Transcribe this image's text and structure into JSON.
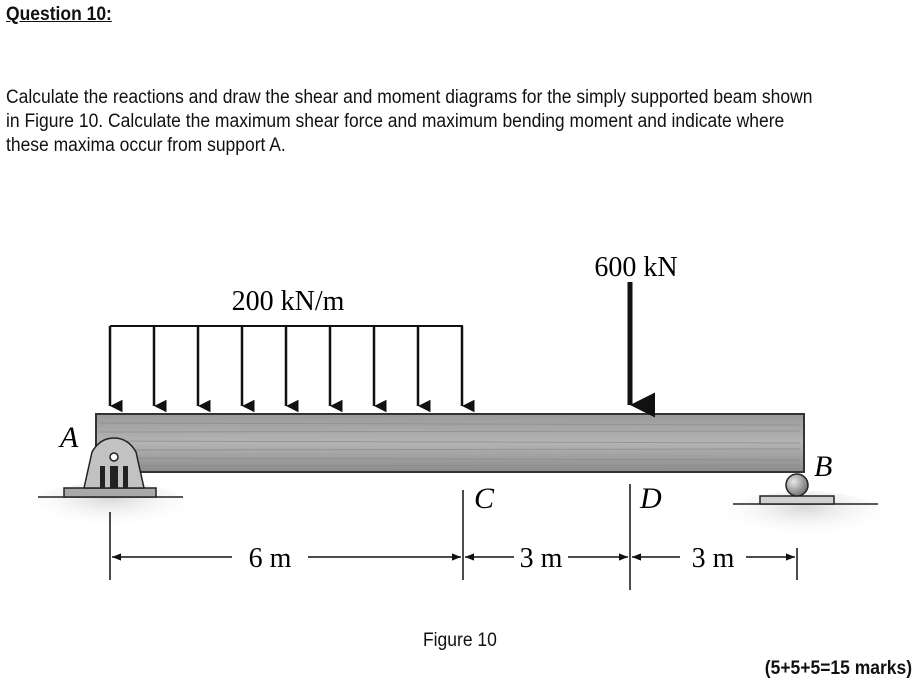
{
  "question": {
    "title": "Question 10:",
    "lines": [
      "Calculate the reactions and draw the shear and moment diagrams for the simply supported beam shown",
      "in Figure 10. Calculate the maximum shear force and maximum bending moment and indicate where",
      "these maxima occur from support A."
    ]
  },
  "figure": {
    "distributed_load_label": "200 kN/m",
    "point_load_label": "600 kN",
    "support_a_label": "A",
    "support_b_label": "B",
    "point_c_label": "C",
    "point_d_label": "D",
    "dim_ac_label": "6 m",
    "dim_cd_label": "3 m",
    "dim_db_label": "3 m",
    "caption": "Figure 10"
  },
  "marks": "(5+5+5=15 marks)"
}
